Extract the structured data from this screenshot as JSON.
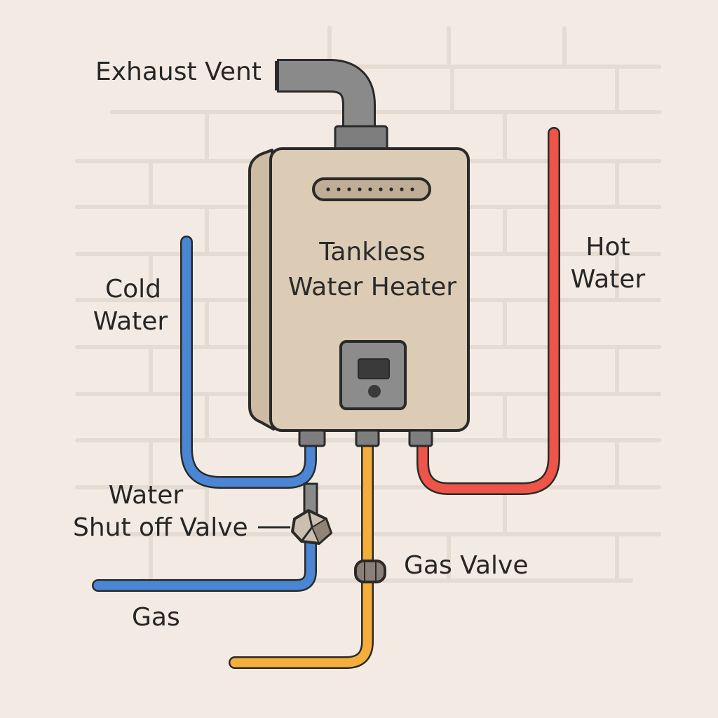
{
  "heater": {
    "title_line1": "Tankless",
    "title_line2": "Water Heater"
  },
  "labels": {
    "exhaust_vent": "Exhaust Vent",
    "cold_water_line1": "Cold",
    "cold_water_line2": "Water",
    "hot_water_line1": "Hot",
    "hot_water_line2": "Water",
    "shutoff_line1": "Water",
    "shutoff_line2": "Shut off Valve",
    "gas_valve": "Gas Valve",
    "gas": "Gas"
  },
  "colors": {
    "background": "#f3ebe3",
    "brick_lines": "#e4dbd2",
    "heater_body": "#dccbb5",
    "heater_side": "#cdbba3",
    "exhaust_pipe": "#8a8a8a",
    "cold_pipe": "#4a86d4",
    "hot_pipe": "#ef5449",
    "gas_pipe": "#f5ad3c",
    "control_panel": "#8c8c8c",
    "outline": "#2a2a2a"
  },
  "icons": {
    "vent_grille": "burner-vent-icon",
    "control_display": "control-panel-icon",
    "shutoff_valve": "shutoff-valve-icon",
    "gas_valve": "gas-valve-icon"
  }
}
